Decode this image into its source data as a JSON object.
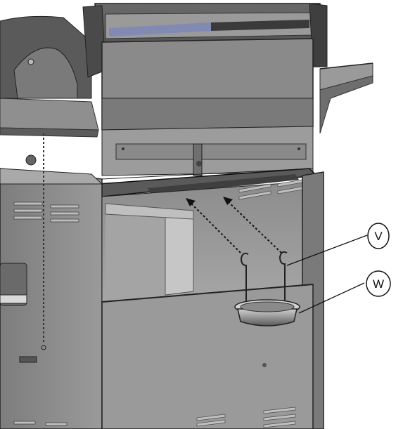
{
  "callouts": [
    {
      "id": "V",
      "text": "V",
      "meaning": "drip-tray-hanger"
    },
    {
      "id": "W",
      "text": "W",
      "meaning": "grease-cup"
    }
  ],
  "colors": {
    "steel_dark": "#4f4f4f",
    "steel_mid": "#8a8a8a",
    "steel_light": "#bdbdbd",
    "panel": "#9c9c9c",
    "shadow": "#3a3a3a",
    "highlight": "#d9d9d9",
    "line": "#111111",
    "accent_blue": "#7a86b8"
  }
}
